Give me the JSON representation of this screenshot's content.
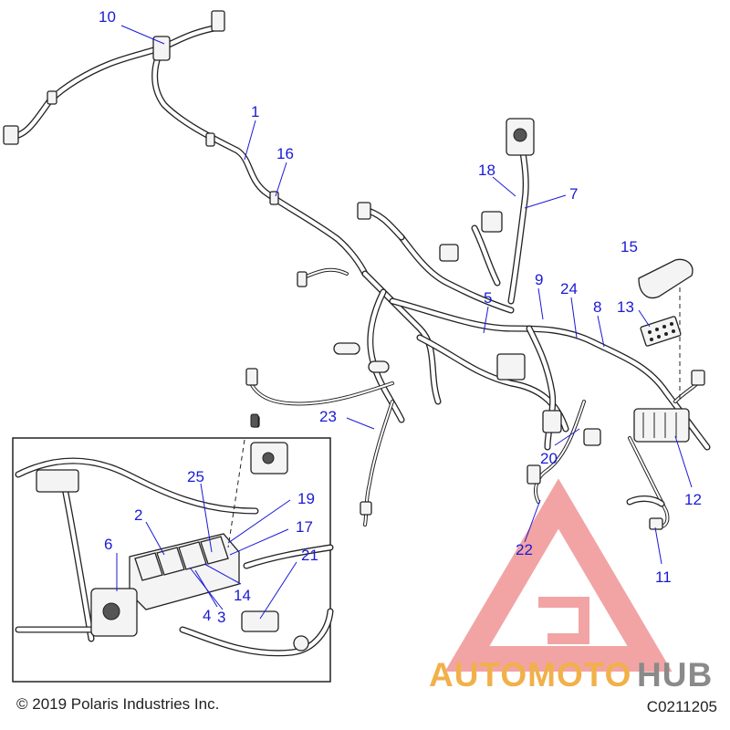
{
  "callouts": [
    {
      "id": "1",
      "label": "1"
    },
    {
      "id": "2",
      "label": "2"
    },
    {
      "id": "3",
      "label": "3"
    },
    {
      "id": "4",
      "label": "4"
    },
    {
      "id": "5",
      "label": "5"
    },
    {
      "id": "6",
      "label": "6"
    },
    {
      "id": "7",
      "label": "7"
    },
    {
      "id": "8",
      "label": "8"
    },
    {
      "id": "9",
      "label": "9"
    },
    {
      "id": "10",
      "label": "10"
    },
    {
      "id": "11",
      "label": "11"
    },
    {
      "id": "12",
      "label": "12"
    },
    {
      "id": "13",
      "label": "13"
    },
    {
      "id": "14",
      "label": "14"
    },
    {
      "id": "15",
      "label": "15"
    },
    {
      "id": "16",
      "label": "16"
    },
    {
      "id": "17",
      "label": "17"
    },
    {
      "id": "18",
      "label": "18"
    },
    {
      "id": "19",
      "label": "19"
    },
    {
      "id": "20",
      "label": "20"
    },
    {
      "id": "21",
      "label": "21"
    },
    {
      "id": "22",
      "label": "22"
    },
    {
      "id": "23",
      "label": "23"
    },
    {
      "id": "24",
      "label": "24"
    },
    {
      "id": "25",
      "label": "25"
    }
  ],
  "footer": {
    "copyright": "© 2019 Polaris Industries Inc.",
    "drawing_code": "C0211205"
  },
  "watermark": {
    "text_orange": "AUTOMOTO",
    "text_gray": "HUB",
    "color_orange": "#f2b04a",
    "color_gray": "#8a8a8a",
    "color_triangle": "#e85a5a"
  },
  "colors": {
    "callout": "#1a1ad6",
    "line": "#222222"
  }
}
